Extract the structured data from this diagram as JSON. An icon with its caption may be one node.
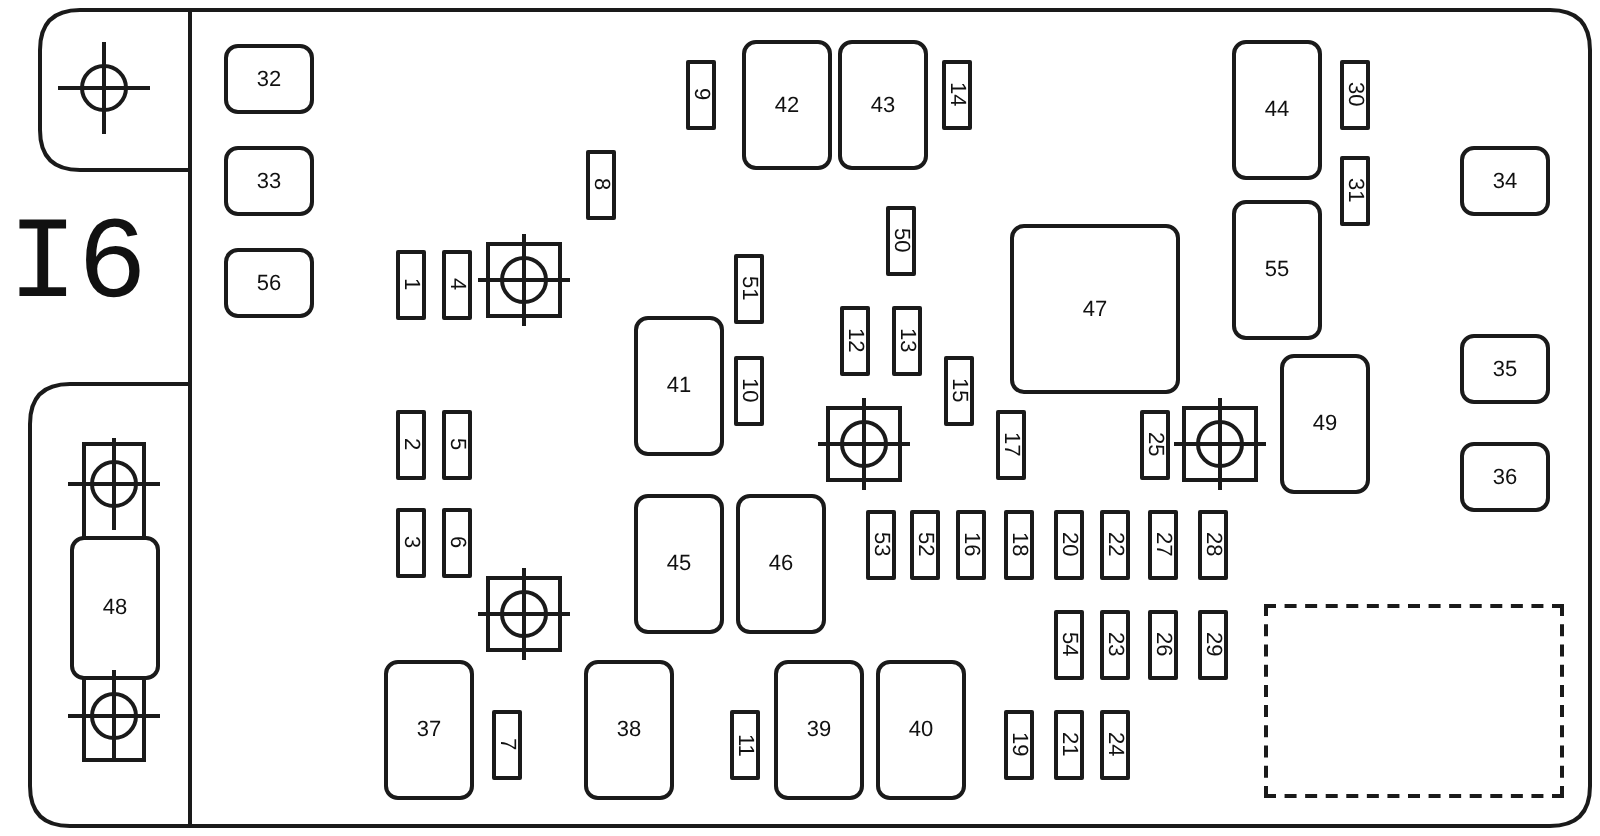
{
  "diagram": {
    "nodes": [
      {
        "text": [
          "32"
        ]
      },
      {
        "text": [
          "9"
        ]
      },
      {
        "text": [
          "42"
        ]
      },
      {
        "text": [
          "43"
        ]
      },
      {
        "text": [
          "14"
        ]
      },
      {
        "text": [
          "44"
        ]
      },
      {
        "text": [
          "30"
        ]
      },
      {
        "text": [
          "33"
        ]
      },
      {
        "text": [
          "34"
        ]
      },
      {
        "text": [
          "8"
        ]
      },
      {
        "text": [
          "31"
        ]
      },
      {
        "text": [
          "55"
        ]
      },
      {
        "text": [
          "50"
        ]
      },
      {
        "text": [
          "47"
        ]
      },
      {
        "text": [
          "1"
        ]
      },
      {
        "text": [
          "4"
        ]
      },
      {
        "text": [
          "56"
        ]
      },
      {
        "text": [
          "51"
        ]
      },
      {
        "text": [
          "41"
        ]
      },
      {
        "text": [
          "10"
        ]
      },
      {
        "text": [
          "12"
        ]
      },
      {
        "text": [
          "13"
        ]
      },
      {
        "text": [
          "15"
        ]
      },
      {
        "text": [
          "35"
        ]
      },
      {
        "text": [
          "49"
        ]
      },
      {
        "text": [
          "17"
        ]
      },
      {
        "text": [
          "25"
        ]
      },
      {
        "text": [
          "2"
        ]
      },
      {
        "text": [
          "5"
        ]
      },
      {
        "text": [
          "36"
        ]
      },
      {
        "text": [
          "45"
        ]
      },
      {
        "text": [
          "46"
        ]
      },
      {
        "text": [
          "53"
        ]
      },
      {
        "text": [
          "52"
        ]
      },
      {
        "text": [
          "16"
        ]
      },
      {
        "text": [
          "18"
        ]
      },
      {
        "text": [
          "20"
        ]
      },
      {
        "text": [
          "22"
        ]
      },
      {
        "text": [
          "27"
        ]
      },
      {
        "text": [
          "28"
        ]
      },
      {
        "text": [
          "3"
        ]
      },
      {
        "text": [
          "6"
        ]
      },
      {
        "text": [
          "48"
        ]
      },
      {
        "text": [
          "54"
        ]
      },
      {
        "text": [
          "23"
        ]
      },
      {
        "text": [
          "26"
        ]
      },
      {
        "text": [
          "29"
        ]
      },
      {
        "text": [],
        "shape": "box"
      },
      {
        "text": [
          "37"
        ]
      },
      {
        "text": [
          "7"
        ]
      },
      {
        "text": [
          "38"
        ]
      },
      {
        "text": [
          "11"
        ]
      },
      {
        "text": [
          "39"
        ]
      },
      {
        "text": [
          "40"
        ]
      },
      {
        "text": [
          "19"
        ]
      },
      {
        "text": [
          "21"
        ]
      },
      {
        "text": [
          "24"
        ]
      }
    ],
    "labels": [
      "I6"
    ]
  }
}
